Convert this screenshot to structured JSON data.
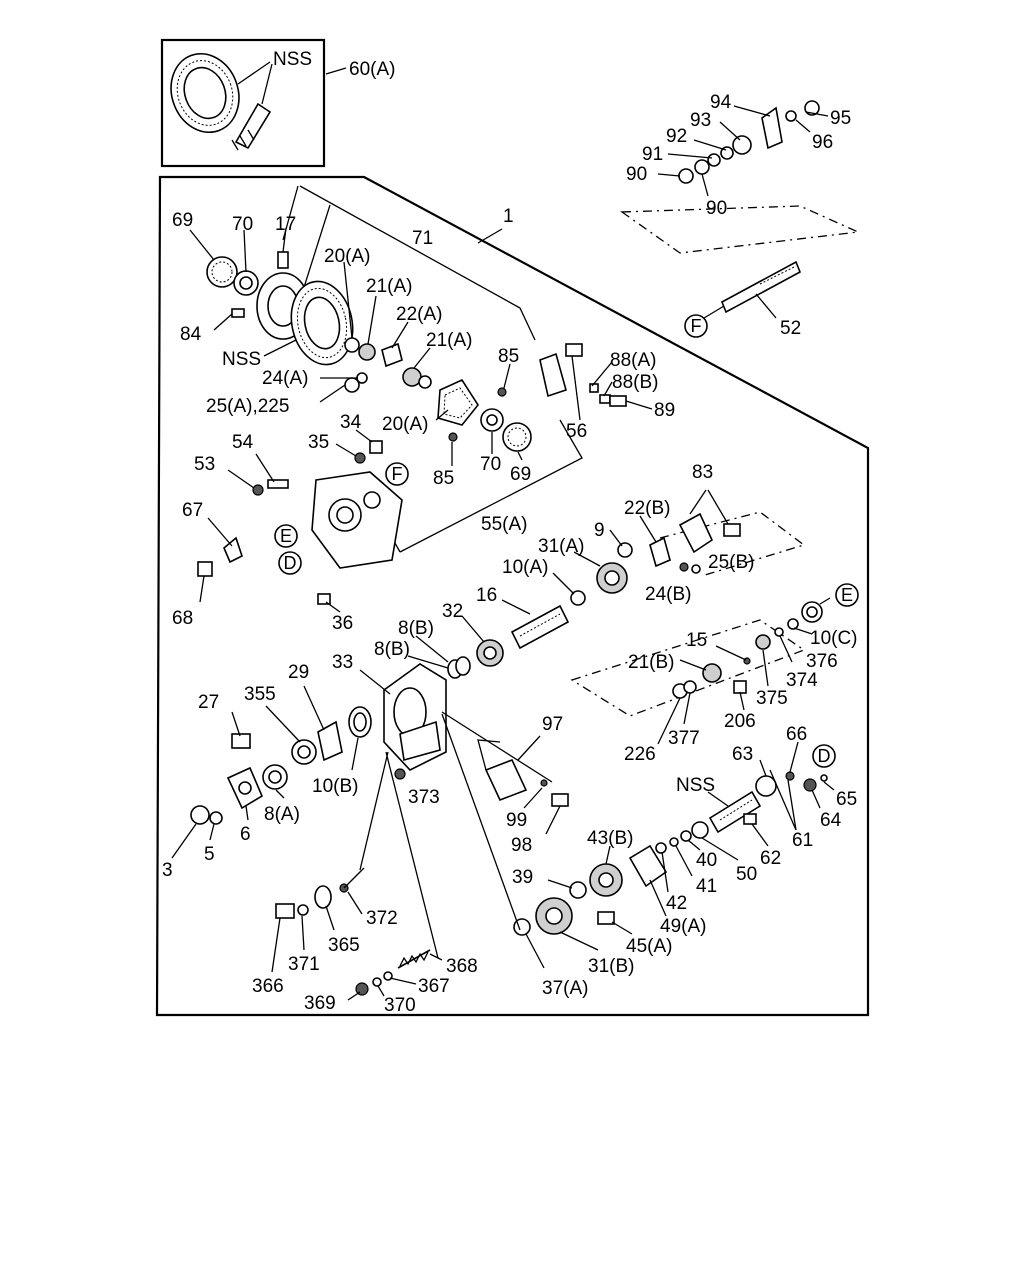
{
  "inset": {
    "code": "NSS",
    "ref": "60(A)"
  },
  "ref_letters": [
    "F",
    "E",
    "D",
    "E",
    "D",
    "F"
  ],
  "labels": {
    "l1": "1",
    "l17": "17",
    "l69a": "69",
    "l70a": "70",
    "l71": "71",
    "l20a": "20(A)",
    "l21a1": "21(A)",
    "l22a": "22(A)",
    "l21a2": "21(A)",
    "l84": "84",
    "lnss1": "NSS",
    "l24a": "24(A)",
    "l25a": "25(A),225",
    "l85a": "85",
    "l20a2": "20(A)",
    "l34": "34",
    "l35": "35",
    "l70b": "70",
    "l69b": "69",
    "l85b": "85",
    "l56": "56",
    "l88a": "88(A)",
    "l88b": "88(B)",
    "l89": "89",
    "l54": "54",
    "l53": "53",
    "l55a": "55(A)",
    "l67": "67",
    "l68": "68",
    "l36": "36",
    "l83": "83",
    "l22b": "22(B)",
    "l9": "9",
    "l31a": "31(A)",
    "l25b": "25(B)",
    "l10a": "10(A)",
    "l24b": "24(B)",
    "l16": "16",
    "l32": "32",
    "l8b1": "8(B)",
    "l8b2": "8(B)",
    "l33": "33",
    "l29": "29",
    "l355": "355",
    "l27": "27",
    "l10b": "10(B)",
    "l8a": "8(A)",
    "l6": "6",
    "l3": "3",
    "l5": "5",
    "l373": "373",
    "l97": "97",
    "l99": "99",
    "l98": "98",
    "l10c": "10(C)",
    "l376": "376",
    "l374": "374",
    "l15": "15",
    "l21b": "21(B)",
    "l375": "375",
    "l206": "206",
    "l226": "226",
    "l377": "377",
    "l66": "66",
    "l63": "63",
    "lnss2": "NSS",
    "l65": "65",
    "l64": "64",
    "l61": "61",
    "l62": "62",
    "l50": "50",
    "l40": "40",
    "l41": "41",
    "l42": "42",
    "l43b": "43(B)",
    "l39": "39",
    "l49a": "49(A)",
    "l45a": "45(A)",
    "l31b": "31(B)",
    "l37a": "37(A)",
    "l372": "372",
    "l365": "365",
    "l371": "371",
    "l366": "366",
    "l368": "368",
    "l367": "367",
    "l369": "369",
    "l370": "370",
    "l94": "94",
    "l95": "95",
    "l93": "93",
    "l96": "96",
    "l92": "92",
    "l91": "91",
    "l90a": "90",
    "l90b": "90",
    "l52": "52"
  }
}
